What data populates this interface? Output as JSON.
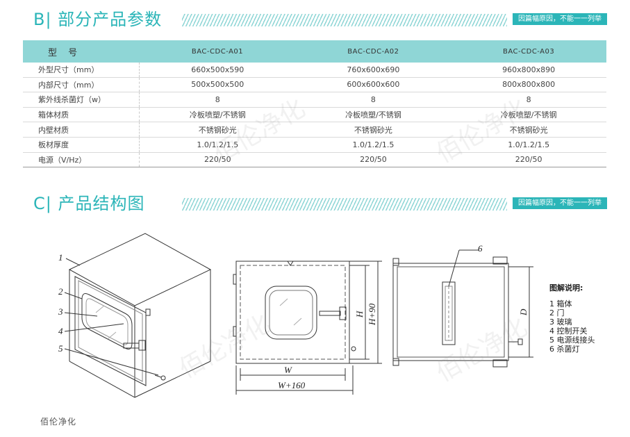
{
  "section_b": {
    "title": "B| 部分产品参数",
    "badge": "因篇幅原因，不能一一列举"
  },
  "spec_table": {
    "label_header": "型 号",
    "models": [
      "BAC-CDC-A01",
      "BAC-CDC-A02",
      "BAC-CDC-A03"
    ],
    "rows": [
      {
        "label": "外型尺寸（mm）",
        "values": [
          "660x500x590",
          "760x600x690",
          "960x800x890"
        ]
      },
      {
        "label": "内部尺寸（mm）",
        "values": [
          "500x500x500",
          "600x600x600",
          "800x800x800"
        ]
      },
      {
        "label": "紫外线杀菌灯（w）",
        "values": [
          "8",
          "8",
          "8"
        ]
      },
      {
        "label": "箱体材质",
        "values": [
          "冷板喷塑/不锈钢",
          "冷板喷塑/不锈钢",
          "冷板喷塑/不锈钢"
        ]
      },
      {
        "label": "内壁材质",
        "values": [
          "不锈钢砂光",
          "不锈钢砂光",
          "不锈钢砂光"
        ]
      },
      {
        "label": "板材厚度",
        "values": [
          "1.0/1.2/1.5",
          "1.0/1.2/1.5",
          "1.0/1.2/1.5"
        ]
      },
      {
        "label": "电源（V/Hz）",
        "values": [
          "220/50",
          "220/50",
          "220/50"
        ]
      }
    ]
  },
  "section_c": {
    "title": "C| 产品结构图",
    "badge": "因篇幅原因，不能一一列举"
  },
  "drawing": {
    "callouts": [
      "1",
      "2",
      "3",
      "4",
      "5",
      "6"
    ],
    "dim_w": "W",
    "dim_w160": "W+160",
    "dim_h": "H",
    "dim_h90": "H+90",
    "dim_d": "D"
  },
  "legend": {
    "title": "图解说明:",
    "items": [
      "1  箱体",
      "2  门",
      "3  玻璃",
      "4  控制开关",
      "5  电源线接头",
      "6  杀菌灯"
    ]
  },
  "watermark": "佰伦净化",
  "footer": "佰伦净化",
  "colors": {
    "accent": "#2bb5b8",
    "header_bg": "#8fd6d6"
  }
}
